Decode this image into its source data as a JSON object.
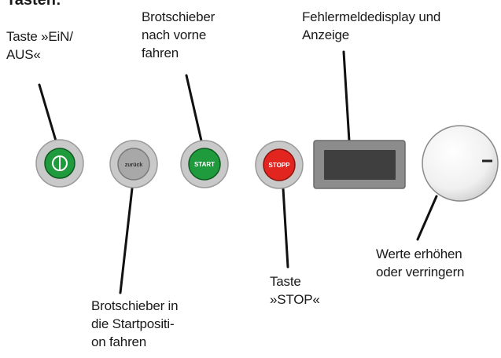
{
  "heading": "Tasten:",
  "labels": {
    "on_off": "Taste »EiN/\nAUS«",
    "forward": "Brotschieber\nnach vorne\nfahren",
    "display": "Fehlermeldedisplay und\nAnzeige",
    "back_to_start": "Brotschieber in\ndie Startpositi-\non fahren",
    "stop": "Taste\n»STOP«",
    "dial": "Werte erhöhen\noder verringern"
  },
  "button_text": {
    "back": "zurück",
    "start": "START",
    "stop": "STOPP"
  },
  "colors": {
    "green": "#1f9a3c",
    "red": "#e2261f",
    "grey": "#a8a8a8",
    "ring": "#c9c9c9",
    "display_screen": "#3f3f3f",
    "display_frame": "#8c8c8c"
  },
  "icons": {
    "power": "power-icon"
  }
}
